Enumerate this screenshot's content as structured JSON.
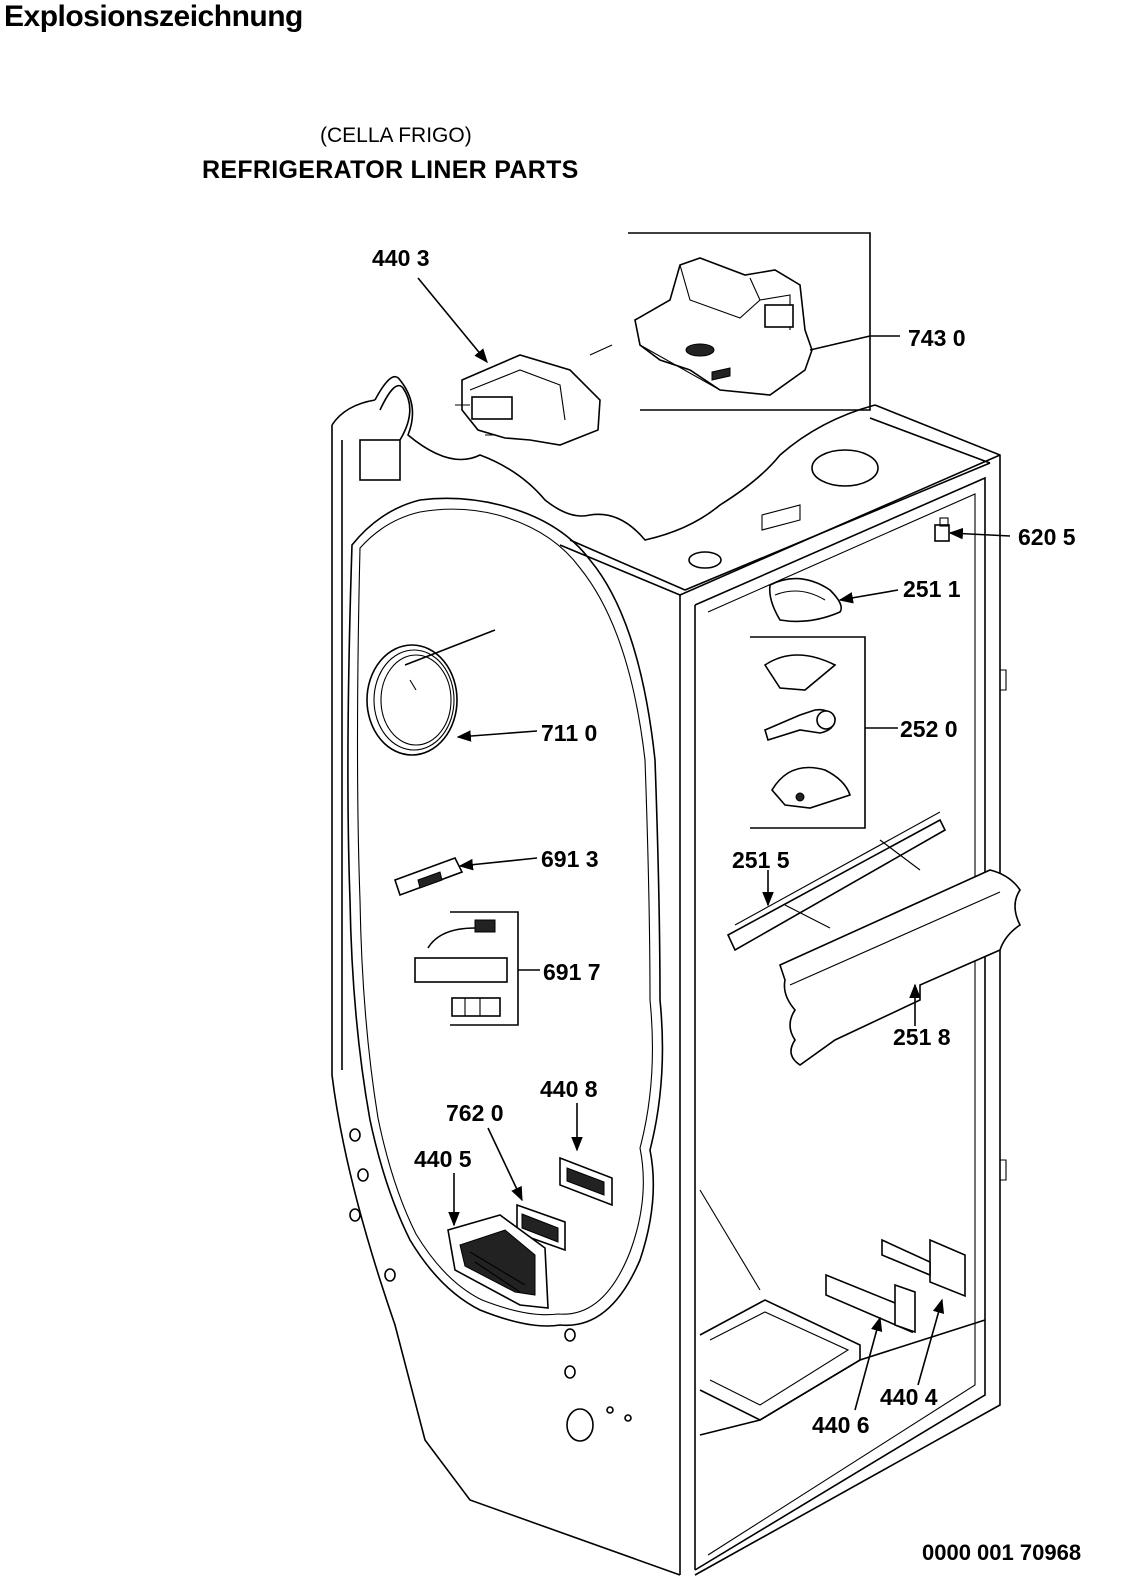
{
  "page": {
    "heading": "Explosionszeichnung",
    "subtitle_italian": "(CELLA FRIGO)",
    "subtitle_english": "REFRIGERATOR LINER PARTS",
    "document_number": "0000 001 70968"
  },
  "callouts": [
    {
      "id": "c-4403",
      "text": "440 3"
    },
    {
      "id": "c-7430",
      "text": "743 0"
    },
    {
      "id": "c-6205",
      "text": "620 5"
    },
    {
      "id": "c-2511",
      "text": "251 1"
    },
    {
      "id": "c-2520",
      "text": "252 0"
    },
    {
      "id": "c-7110",
      "text": "711 0"
    },
    {
      "id": "c-6913",
      "text": "691 3"
    },
    {
      "id": "c-2515",
      "text": "251 5"
    },
    {
      "id": "c-6917",
      "text": "691 7"
    },
    {
      "id": "c-2518",
      "text": "251 8"
    },
    {
      "id": "c-4408",
      "text": "440 8"
    },
    {
      "id": "c-7620",
      "text": "762 0"
    },
    {
      "id": "c-4405",
      "text": "440 5"
    },
    {
      "id": "c-4404",
      "text": "440 4"
    },
    {
      "id": "c-4406",
      "text": "440 6"
    }
  ]
}
